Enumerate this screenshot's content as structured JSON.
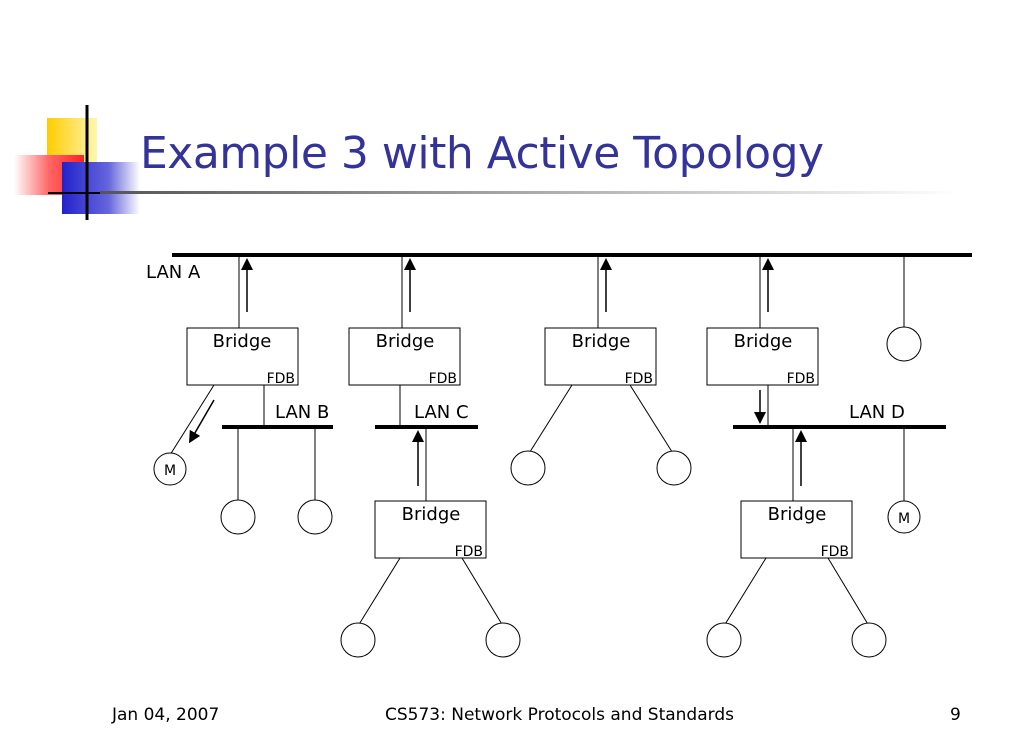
{
  "slide": {
    "title": "Example 3 with Active Topology",
    "footer_date": "Jan 04, 2007",
    "footer_course": "CS573: Network Protocols and Standards",
    "footer_page": "9"
  },
  "diagram": {
    "lans": {
      "a": "LAN A",
      "b": "LAN B",
      "c": "LAN C",
      "d": "LAN D"
    },
    "bridge_label": "Bridge",
    "fdb_label": "FDB",
    "station_label": "M"
  }
}
